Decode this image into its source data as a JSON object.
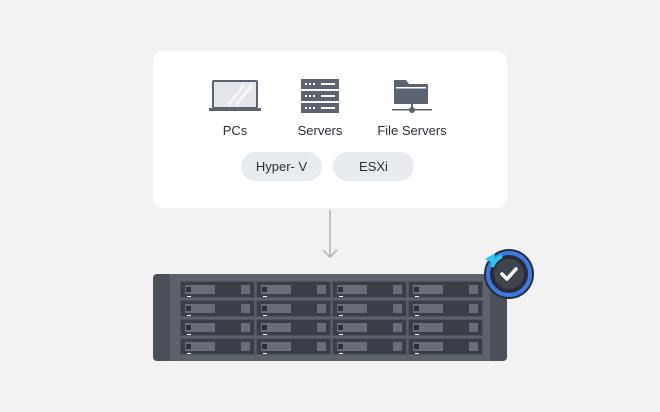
{
  "sources": [
    {
      "label": "PCs",
      "icon": "laptop-icon"
    },
    {
      "label": "Servers",
      "icon": "server-rack-icon"
    },
    {
      "label": "File Servers",
      "icon": "file-server-icon"
    }
  ],
  "hypervisors": [
    "Hyper- V",
    "ESXi"
  ],
  "target": {
    "icon": "nas-device-icon",
    "badge": "backup-check-badge-icon"
  },
  "colors": {
    "icon": "#5b6270",
    "pill": "#e8ebef",
    "nas": "#4b5059",
    "badge_ring": "#3b7ae8"
  }
}
